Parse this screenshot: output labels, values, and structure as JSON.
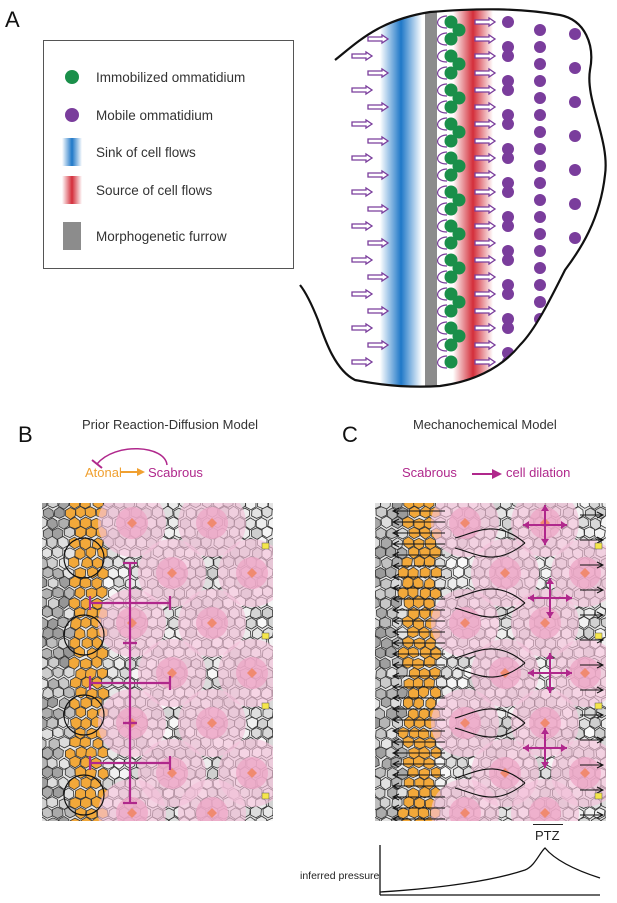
{
  "panels": {
    "a": {
      "letter": "A",
      "legend": [
        {
          "label": "Immobilized ommatidium",
          "symbol": "green-dot-icon"
        },
        {
          "label": "Mobile ommatidium",
          "symbol": "purple-dot-icon"
        },
        {
          "label": "Sink of cell flows",
          "symbol": "blue-gradient-icon"
        },
        {
          "label": "Source of cell flows",
          "symbol": "red-gradient-icon"
        },
        {
          "label": "Morphogenetic furrow",
          "symbol": "gray-bar-icon"
        }
      ]
    },
    "b": {
      "letter": "B",
      "title": "Prior Reaction-Diffusion Model",
      "atonal": "Atonal",
      "scabrous": "Scabrous"
    },
    "c": {
      "letter": "C",
      "title": "Mechanochemical Model",
      "scabrous": "Scabrous",
      "dilation": "cell dilation",
      "ptz": "PTZ",
      "pressure_label": "inferred pressure"
    }
  },
  "colors": {
    "immobilized": "#1a8f4a",
    "mobile": "#7a3d9c",
    "sink": "#1f78c8",
    "source": "#d42e3a",
    "furrow": "#8c8c8c",
    "atonal": "#f0a030",
    "scabrous": "#b0288c"
  }
}
